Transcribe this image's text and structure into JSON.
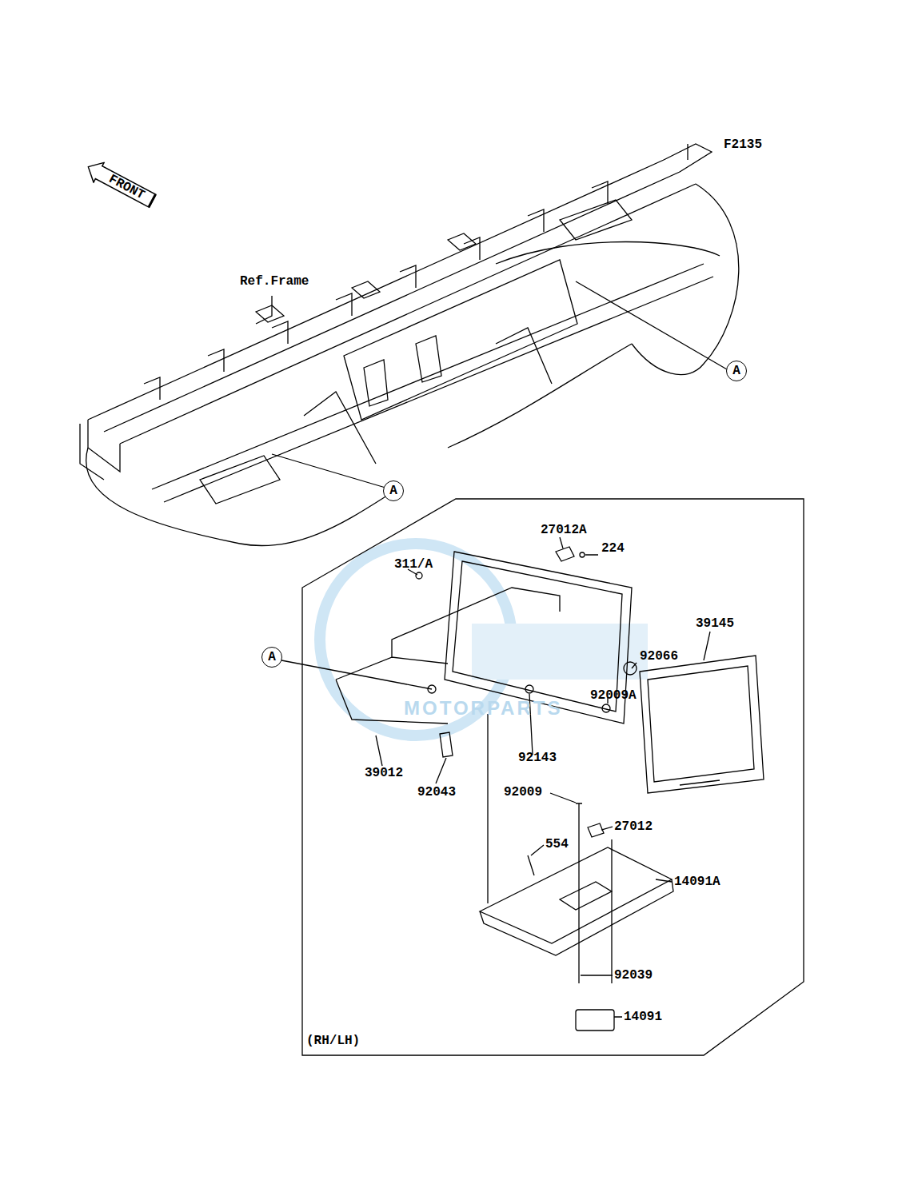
{
  "diagram": {
    "nodes": [
      {
        "text": [
          "FRONT"
        ]
      },
      {
        "text": [
          "A"
        ]
      },
      {
        "text": [
          "A"
        ]
      },
      {
        "text": [
          "A"
        ]
      }
    ],
    "labels": [
      "F2135",
      "Ref.Frame",
      "27012A",
      "224",
      "311/A",
      "39145",
      "92066",
      "92009A",
      "39012",
      "92143",
      "92043",
      "92009",
      "27012",
      "554",
      "14091A",
      "92039",
      "14091",
      "(RH/LH)",
      "MOTORPARTS"
    ]
  }
}
